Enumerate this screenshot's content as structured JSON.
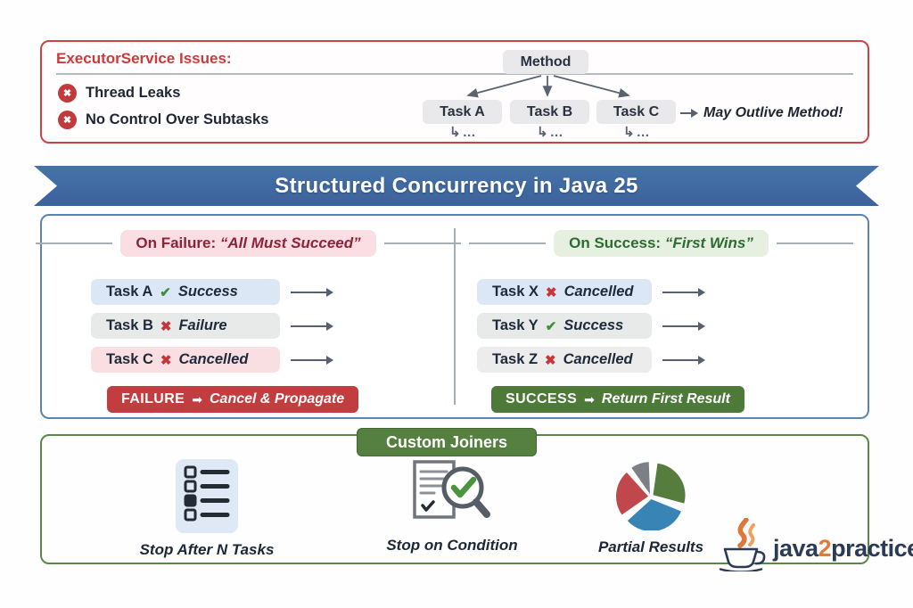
{
  "icons": {
    "cross": "✖",
    "check": "✔",
    "arrow_right": "➡",
    "elbow": "↳",
    "ellipsis": "…"
  },
  "colors": {
    "accent_red": "#c94445",
    "banner_blue": "#3e6ba4",
    "panel_blue_border": "#5b83b3",
    "green_dark": "#55803f",
    "green_border": "#578a46",
    "task_blue": "#dbe7f4",
    "task_gray": "#e8eaea",
    "task_pink": "#fadfe2",
    "failure_button": "#c23d3f",
    "success_button": "#4d7a39",
    "pie_green": "#567d3e",
    "pie_blue": "#3884b5",
    "pie_red": "#c0474b",
    "pie_gray": "#7c8084",
    "logo_navy": "#2b3a55",
    "logo_orange": "#e07b39"
  },
  "executor_panel": {
    "title": "ExecutorService Issues:",
    "issues": [
      "Thread Leaks",
      "No Control Over Subtasks"
    ],
    "method": "Method",
    "tasks": [
      "Task A",
      "Task B",
      "Task C"
    ],
    "note": "May Outlive Method!"
  },
  "banner": {
    "title": "Structured Concurrency in Java 25"
  },
  "failure_column": {
    "header_label": "On Failure:",
    "header_quote": "“All Must Succeed”",
    "tasks": [
      {
        "name": "Task A",
        "status": "Success"
      },
      {
        "name": "Task B",
        "status": "Failure"
      },
      {
        "name": "Task C",
        "status": "Cancelled"
      }
    ],
    "result_label": "FAILURE",
    "result_text": "Cancel & Propagate"
  },
  "success_column": {
    "header_label": "On Success:",
    "header_quote": "“First Wins”",
    "tasks": [
      {
        "name": "Task X",
        "status": "Cancelled"
      },
      {
        "name": "Task Y",
        "status": "Success"
      },
      {
        "name": "Task Z",
        "status": "Cancelled"
      }
    ],
    "result_label": "SUCCESS",
    "result_text": "Return First Result"
  },
  "custom_joiners": {
    "title": "Custom Joiners",
    "items": [
      "Stop After N Tasks",
      "Stop on Condition",
      "Partial Results"
    ]
  },
  "logo": {
    "part1": "java",
    "part2": "2",
    "part3": "practice"
  }
}
